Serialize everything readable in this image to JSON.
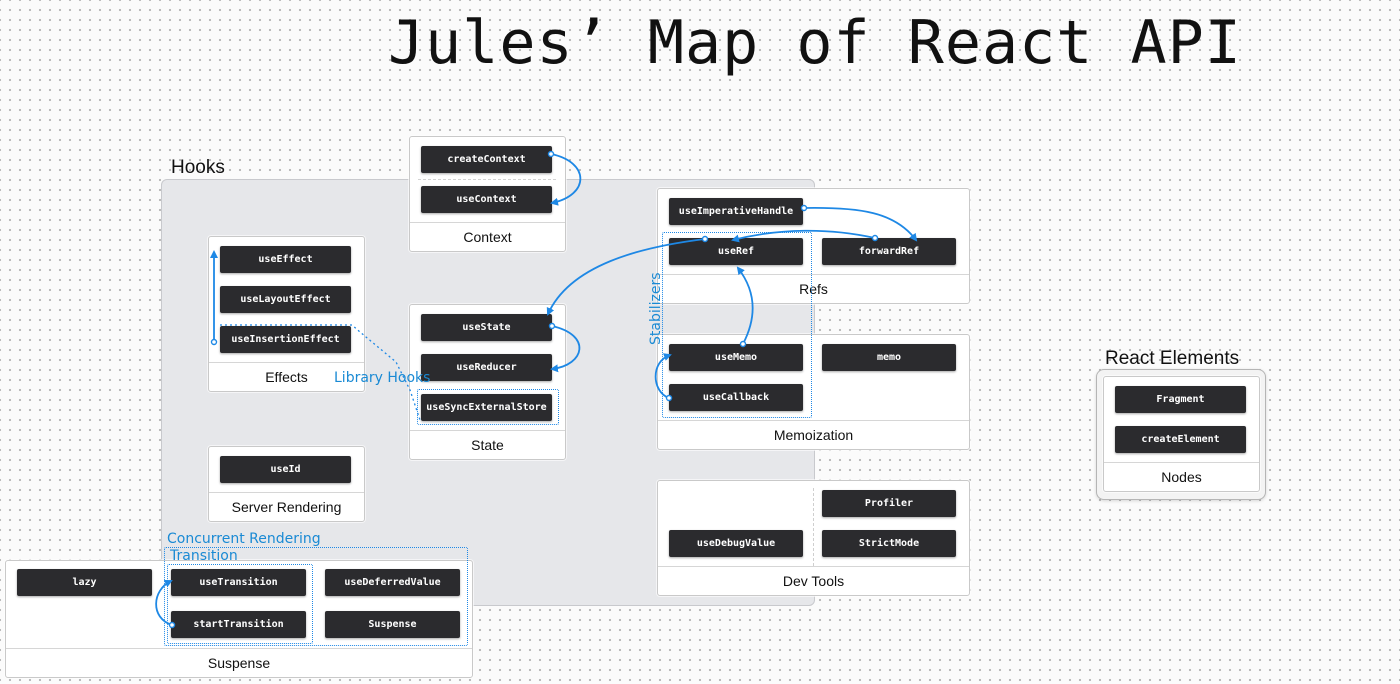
{
  "title": "Jules’ Map of React API",
  "hooks_label": "Hooks",
  "react_elements_label": "React Elements",
  "annotations": {
    "library_hooks": "Library Hooks",
    "stabilizers": "Stabilizers",
    "concurrent_rendering": "Concurrent Rendering",
    "transition": "Transition"
  },
  "cards": {
    "context": {
      "label": "Context",
      "apis": [
        "createContext",
        "useContext"
      ]
    },
    "effects": {
      "label": "Effects",
      "apis": [
        "useEffect",
        "useLayoutEffect",
        "useInsertionEffect"
      ]
    },
    "state": {
      "label": "State",
      "apis": [
        "useState",
        "useReducer",
        "useSyncExternalStore"
      ]
    },
    "server_rendering": {
      "label": "Server Rendering",
      "apis": [
        "useId"
      ]
    },
    "refs": {
      "label": "Refs",
      "apis": [
        "useImperativeHandle",
        "useRef",
        "forwardRef"
      ]
    },
    "memoization": {
      "label": "Memoization",
      "apis": [
        "useMemo",
        "memo",
        "useCallback"
      ]
    },
    "dev_tools": {
      "label": "Dev Tools",
      "apis": [
        "Profiler",
        "useDebugValue",
        "StrictMode"
      ]
    },
    "suspense": {
      "label": "Suspense",
      "apis": [
        "lazy",
        "useTransition",
        "useDeferredValue",
        "startTransition",
        "Suspense"
      ]
    },
    "nodes": {
      "label": "Nodes",
      "apis": [
        "Fragment",
        "createElement"
      ]
    }
  },
  "colors": {
    "accent": "#1e88e5",
    "api_bg": "#2b2b2e",
    "group_bg": "#e6e7ea"
  }
}
